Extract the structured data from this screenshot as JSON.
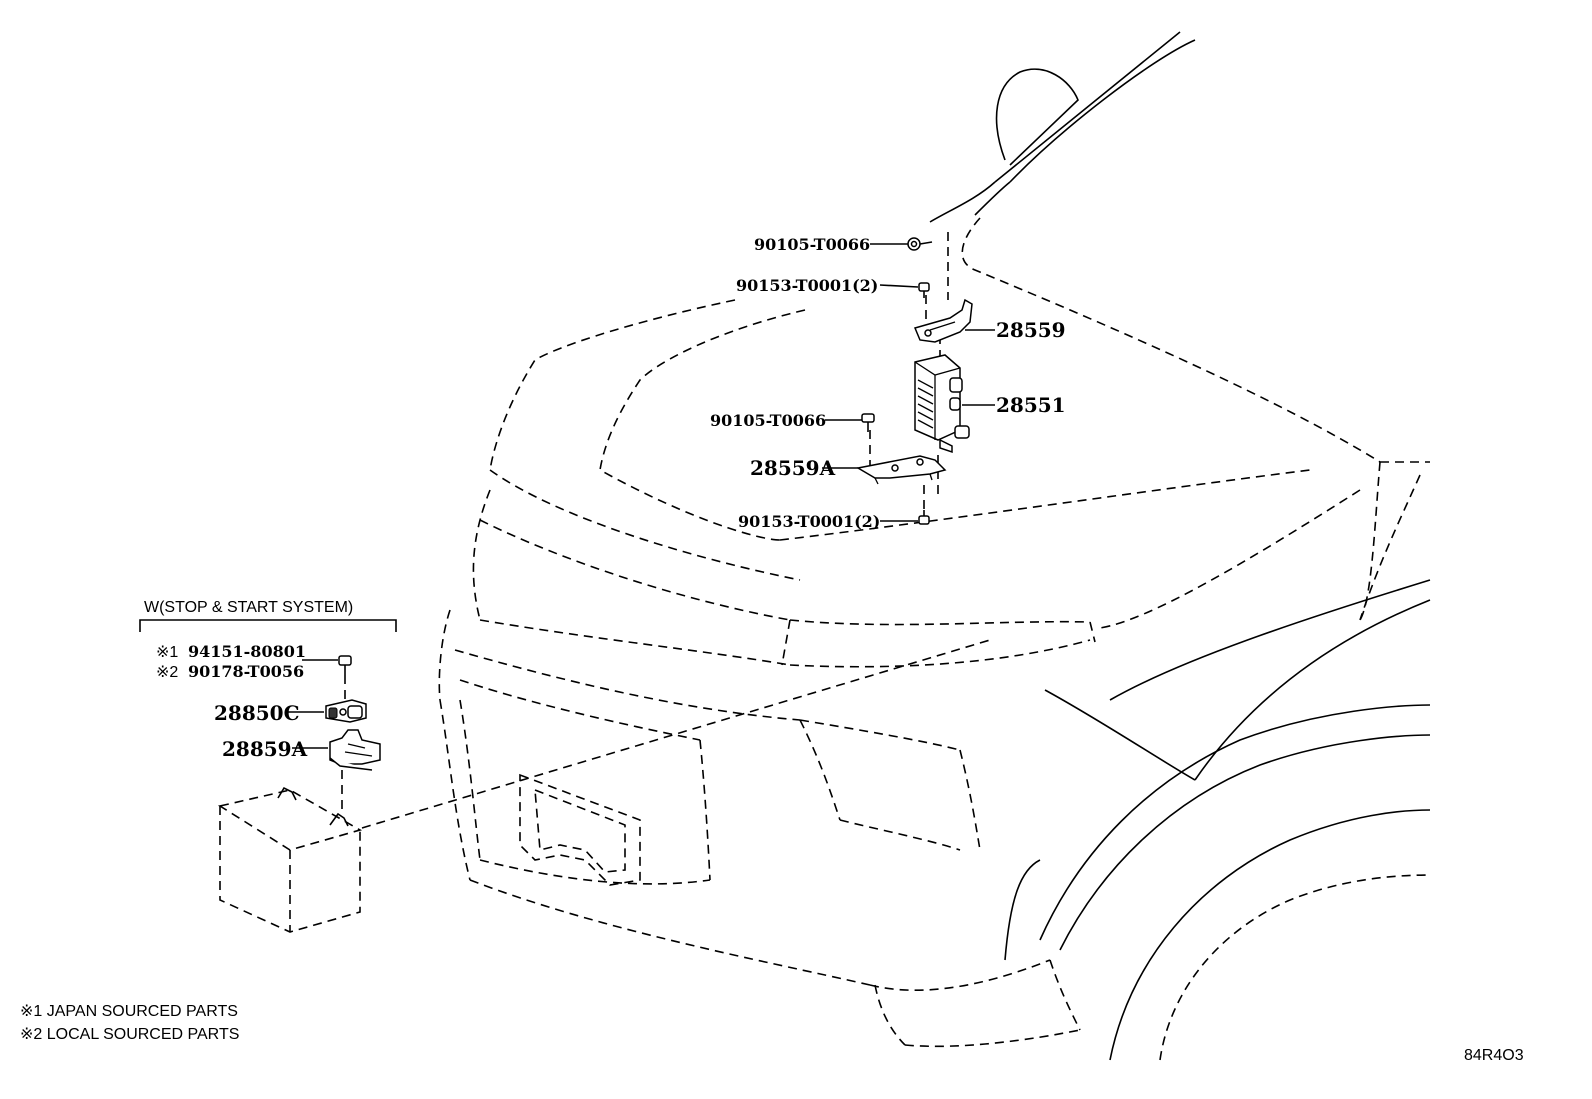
{
  "labels": {
    "bolt_top": "90105-T0066",
    "nut_top": "90153-T0001(2)",
    "bracket_upper": "28559",
    "module": "28551",
    "bolt_mid": "90105-T0066",
    "bracket_lower": "28559A",
    "nut_bottom": "90153-T0001(2)",
    "group_heading": "W(STOP & START SYSTEM)",
    "nut_japan_mark": "※1",
    "nut_japan": "94151-80801",
    "nut_local_mark": "※2",
    "nut_local": "90178-T0056",
    "sensor": "28850C",
    "sensor_bracket": "28859A"
  },
  "notes": {
    "japan": "※1 JAPAN SOURCED PARTS",
    "local": "※2 LOCAL SOURCED PARTS"
  },
  "figure_code": "84R4O3"
}
